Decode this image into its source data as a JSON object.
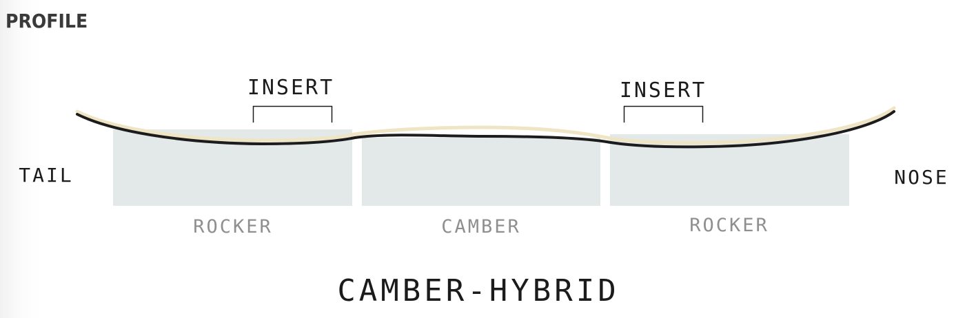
{
  "heading": "PROFILE",
  "diagram": {
    "ends": {
      "tail": "TAIL",
      "nose": "NOSE"
    },
    "inserts": [
      {
        "label": "INSERT"
      },
      {
        "label": "INSERT"
      }
    ],
    "zones": [
      {
        "label": "ROCKER"
      },
      {
        "label": "CAMBER"
      },
      {
        "label": "ROCKER"
      }
    ],
    "profile_name": "CAMBER-HYBRID"
  },
  "colors": {
    "zone_fill": "#e3e8e8",
    "zone_label": "#8f8f8f",
    "board_edge": "#1c1c1c",
    "board_core": "#efe4c4",
    "text": "#1b1b1b"
  }
}
